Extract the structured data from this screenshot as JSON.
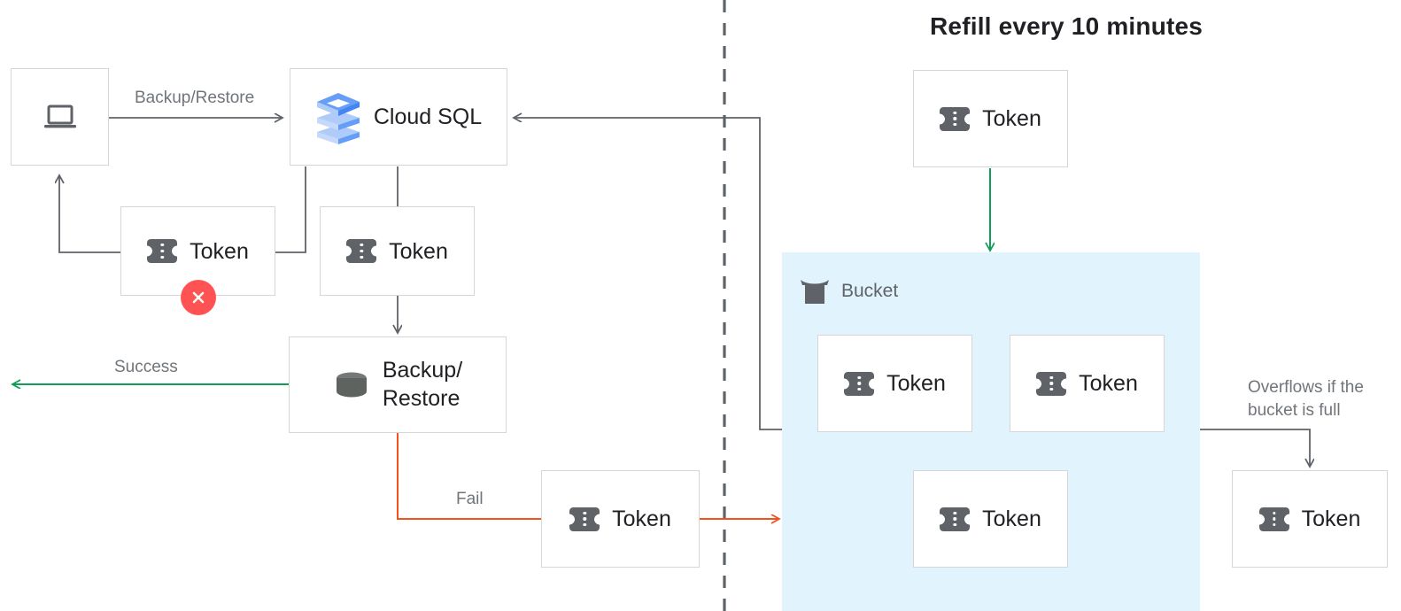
{
  "diagram": {
    "title_right": "Refill every 10 minutes",
    "nodes": {
      "client": {
        "icon": "laptop-icon",
        "label": ""
      },
      "cloud_sql": {
        "icon": "cloud-sql-icon",
        "label": "Cloud SQL"
      },
      "token_failed": {
        "icon": "token-icon",
        "label": "Token",
        "badge": "error-x-icon"
      },
      "token_consumed": {
        "icon": "token-icon",
        "label": "Token"
      },
      "backup_restore": {
        "icon": "database-icon",
        "label": "Backup/\nRestore"
      },
      "token_fail_return": {
        "icon": "token-icon",
        "label": "Token"
      },
      "token_refill": {
        "icon": "token-icon",
        "label": "Token"
      },
      "token_bucket_1": {
        "icon": "token-icon",
        "label": "Token"
      },
      "token_bucket_2": {
        "icon": "token-icon",
        "label": "Token"
      },
      "token_bucket_3": {
        "icon": "token-icon",
        "label": "Token"
      },
      "token_overflow": {
        "icon": "token-icon",
        "label": "Token"
      }
    },
    "bucket": {
      "icon": "bucket-icon",
      "label": "Bucket"
    },
    "edges": {
      "backup_restore_label": "Backup/Restore",
      "success_label": "Success",
      "fail_label": "Fail",
      "overflow_label": "Overflows if the\nbucket is full"
    },
    "colors": {
      "box_border": "#d6d6d6",
      "arrow_gray": "#5f6368",
      "arrow_green": "#0f9d58",
      "arrow_red": "#f4511e",
      "bucket_fill": "#e1f4fd",
      "token_fill": "#5f6368",
      "error_badge": "#ff5252",
      "label_text": "#70757a",
      "title_text": "#202124",
      "cloud_sql_blue_dark": "#4285f4",
      "cloud_sql_blue_mid": "#669df6",
      "cloud_sql_blue_light": "#aecbfa"
    }
  }
}
